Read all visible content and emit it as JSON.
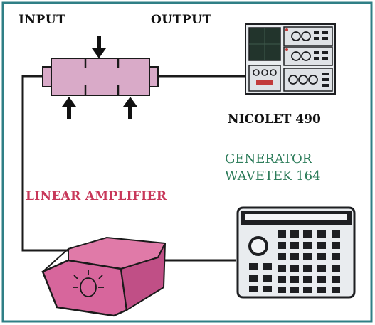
{
  "labels": {
    "input": "INPUT",
    "output": "OUTPUT",
    "oscilloscope": "NICOLET 490",
    "generator_line1": "GENERATOR",
    "generator_line2": "WAVETEK 164",
    "amplifier": "LINEAR AMPLIFIER"
  },
  "colors": {
    "border": "#2f7f86",
    "wire": "#1a1a1a",
    "sample": "#d9aac8",
    "amplifier_body": "#d7669c",
    "amplifier_label": "#c8385a",
    "generator_label": "#2e7d5b",
    "device_body": "#e9ecef",
    "device_dark": "#1e1f22"
  },
  "nodes": [
    {
      "id": "sample-holder",
      "icon": "transducer-icon"
    },
    {
      "id": "oscilloscope",
      "icon": "oscilloscope-icon"
    },
    {
      "id": "generator",
      "icon": "signal-generator-icon"
    },
    {
      "id": "amplifier",
      "icon": "amplifier-box-icon"
    }
  ],
  "edges": [
    {
      "from": "sample-holder",
      "to": "oscilloscope"
    },
    {
      "from": "sample-holder",
      "to": "amplifier"
    },
    {
      "from": "amplifier",
      "to": "generator"
    }
  ]
}
